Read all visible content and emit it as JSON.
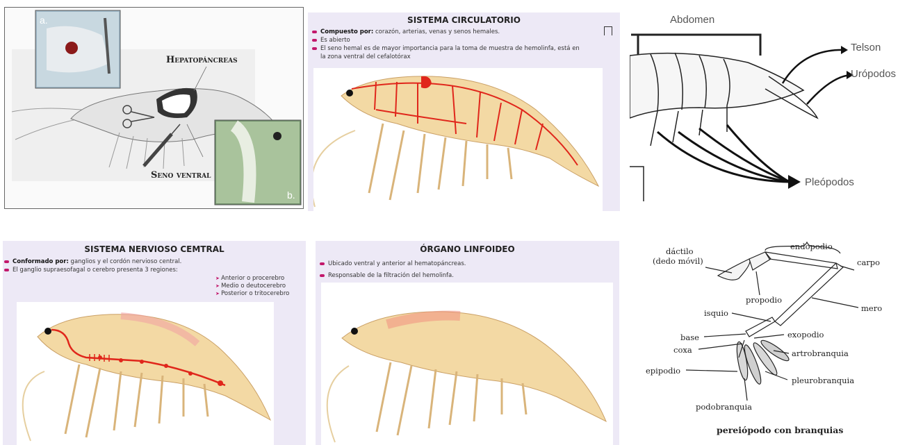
{
  "panel1": {
    "inset_a": "a.",
    "inset_b": "b.",
    "hepato": "Hepatopáncreas",
    "seno": "Seno ventral"
  },
  "panel2": {
    "title": "SISTEMA CIRCULATORIO",
    "b1_bold": "Compuesto por:",
    "b1_text": " corazón, arterias, venas y senos hemales.",
    "b2": "Es abierto",
    "b3a": "El seno hemal es de mayor importancia para la toma de muestra de hemolinfa, está en",
    "b3b": "la zona ventral del cefalotórax"
  },
  "panel3": {
    "abdomen": "Abdomen",
    "telson": "Telson",
    "uropodos": "Urópodos",
    "pleopodos": "Pleópodos"
  },
  "panel4": {
    "title": "SISTEMA NERVIOSO CEMTRAL",
    "b1_bold": "Conformado por:",
    "b1_text": " ganglios y el cordón nervioso central.",
    "b2": "El ganglio supraesofagal o cerebro presenta 3 regiones:",
    "sub": [
      "Anterior o procerebro",
      "Medio o deutocerebro",
      "Posterior o tritocerebro"
    ]
  },
  "panel5": {
    "title": "ÓRGANO LINFOIDEO",
    "b1": "Ubicado ventral y anterior al hematopáncreas.",
    "b2": "Responsable de la filtración del hemolinfa."
  },
  "panel6": {
    "dactilo": "dáctilo",
    "dedo": "(dedo móvil)",
    "endopodio": "endopodio",
    "carpo": "carpo",
    "propodio": "propodio",
    "mero": "mero",
    "isquio": "isquio",
    "base": "base",
    "exopodio": "exopodio",
    "coxa": "coxa",
    "artrobranquia": "artrobranquia",
    "epipodio": "epipodio",
    "pleurobranquia": "pleurobranquia",
    "podobranquia": "podobranquia",
    "caption": "pereiópodo con branquias"
  },
  "colors": {
    "accent": "#c2186b",
    "vessel": "#e0261b",
    "shrimp": "#f3d9a4"
  }
}
